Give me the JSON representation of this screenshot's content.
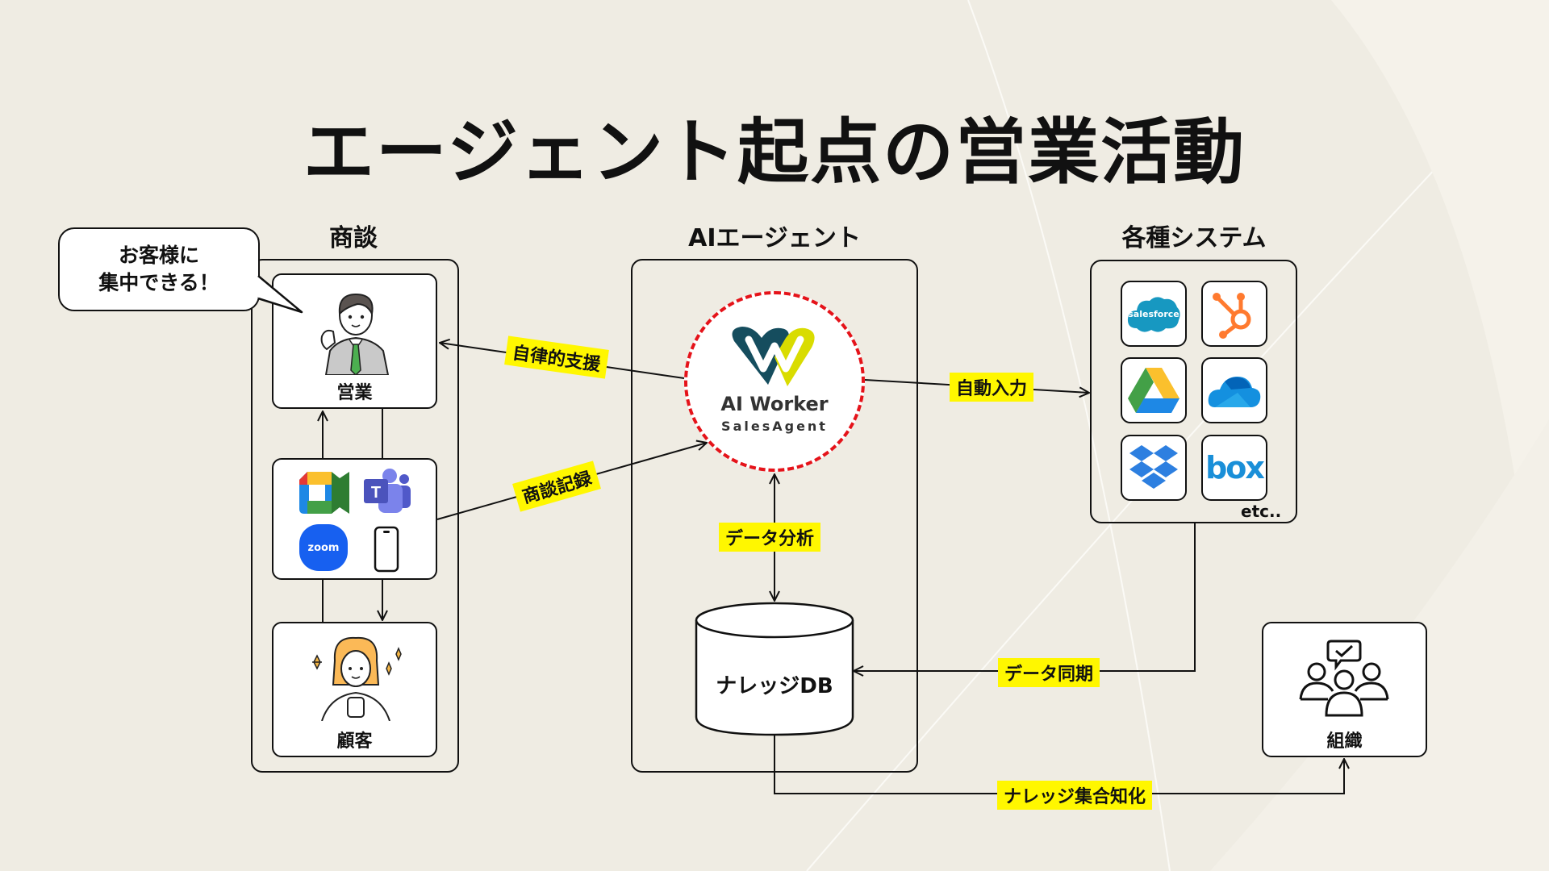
{
  "title": "エージェント起点の営業活動",
  "sections": {
    "meeting": "商談",
    "agent": "AIエージェント",
    "systems": "各種システム"
  },
  "bubble": {
    "line1": "お客様に",
    "line2": "集中できる！"
  },
  "meeting_column": {
    "sales_label": "営業",
    "tools": [
      "google-meet-icon",
      "microsoft-teams-icon",
      "zoom-icon",
      "smartphone-icon"
    ],
    "zoom_text": "zoom",
    "customer_label": "顧客"
  },
  "agent": {
    "logo_name": "AI Worker",
    "logo_sub": "SalesAgent",
    "db_label": "ナレッジDB",
    "colors": {
      "teal": "#154d5e",
      "lime": "#d9dc00",
      "ring": "#e5131a"
    }
  },
  "systems": {
    "tiles": [
      {
        "icon": "salesforce-icon",
        "text": "salesforce"
      },
      {
        "icon": "hubspot-icon",
        "text": ""
      },
      {
        "icon": "google-drive-icon",
        "text": ""
      },
      {
        "icon": "onedrive-icon",
        "text": ""
      },
      {
        "icon": "dropbox-icon",
        "text": ""
      },
      {
        "icon": "box-icon",
        "text": "box"
      }
    ],
    "etc": "etc.."
  },
  "organization": {
    "label": "組織"
  },
  "flows": {
    "autonomous_support": "自律的支援",
    "meeting_record": "商談記録",
    "auto_input": "自動入力",
    "data_analysis": "データ分析",
    "data_sync": "データ同期",
    "knowledge_collective": "ナレッジ集合知化"
  },
  "colors": {
    "background": "#efece3",
    "tag": "#fff700"
  }
}
